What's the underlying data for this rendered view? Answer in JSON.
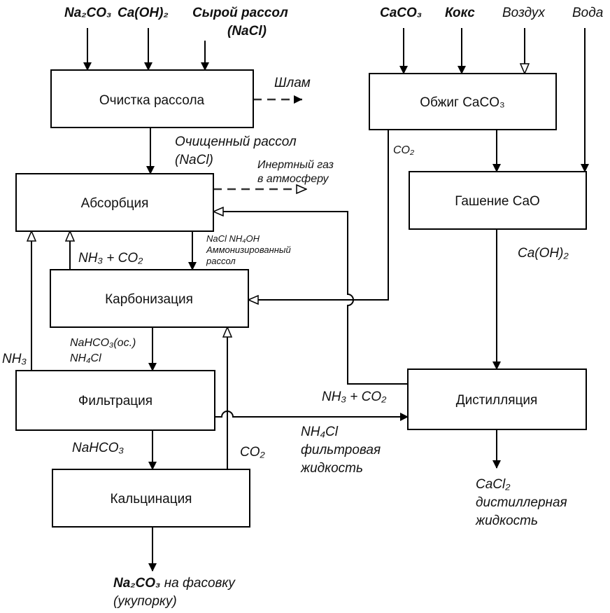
{
  "boxes": {
    "purification": "Очистка рассола",
    "calcination_caco3": "Обжиг CaCO₃",
    "absorption": "Абсорбция",
    "slaking": "Гашение CaO",
    "carbonization": "Карбонизация",
    "filtration": "Фильтрация",
    "distillation": "Дистилляция",
    "calcination": "Кальцинация"
  },
  "inputs": {
    "na2co3": "Na₂CO₃",
    "caoh2": "Ca(OH)₂",
    "raw_brine_1": "Сырой рассол",
    "raw_brine_2": "(NaCl)",
    "caco3": "CaCO₃",
    "coke": "Кокс",
    "air": "Воздух",
    "water": "Вода"
  },
  "labels": {
    "sludge": "Шлам",
    "purified_1": "Очищенный рассол",
    "purified_2": "(NaCl)",
    "inert_1": "Инертный газ",
    "inert_2": "в атмосферу",
    "co2_kiln": "CO₂",
    "ammon_1": "NaCl NH₄OH",
    "ammon_2": "Аммонизированный",
    "ammon_3": "рассол",
    "nh3_co2_left": "NH₃ + CO₂",
    "caoh2_mid": "Ca(OH)₂",
    "nahco3_susp_1": "NaHCO₃(ос.)",
    "nahco3_susp_2": "NH₄Cl",
    "nh3": "NH₃",
    "nh3_co2_right": "NH₃ + CO₂",
    "nh4cl_1": "NH₄Cl",
    "nh4cl_2": "фильтровая",
    "nh4cl_3": "жидкость",
    "nahco3": "NaHCO₃",
    "co2_calc": "CO₂",
    "cacl2_1": "CaCl₂",
    "cacl2_2": "дистиллерная",
    "cacl2_3": "жидкость",
    "product_bold": "Na₂CO₃",
    "product_rest": " на фасовку",
    "product_2": "(укупорку)"
  }
}
